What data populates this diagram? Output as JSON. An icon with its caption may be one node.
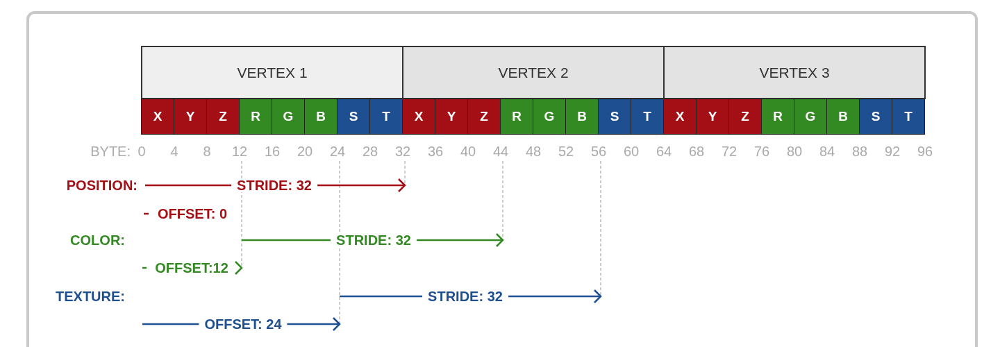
{
  "diagram": {
    "nodes": [
      {
        "text": [
          "VERTEX 1"
        ]
      },
      {
        "text": [
          "VERTEX 2"
        ]
      },
      {
        "text": [
          "VERTEX 3"
        ]
      },
      {
        "text": [
          "X"
        ]
      },
      {
        "text": [
          "Y"
        ]
      },
      {
        "text": [
          "Z"
        ]
      },
      {
        "text": [
          "R"
        ]
      },
      {
        "text": [
          "G"
        ]
      },
      {
        "text": [
          "B"
        ]
      },
      {
        "text": [
          "S"
        ]
      },
      {
        "text": [
          "T"
        ]
      },
      {
        "text": [
          "X"
        ]
      },
      {
        "text": [
          "Y"
        ]
      },
      {
        "text": [
          "Z"
        ]
      },
      {
        "text": [
          "R"
        ]
      },
      {
        "text": [
          "G"
        ]
      },
      {
        "text": [
          "B"
        ]
      },
      {
        "text": [
          "S"
        ]
      },
      {
        "text": [
          "T"
        ]
      },
      {
        "text": [
          "X"
        ]
      },
      {
        "text": [
          "Y"
        ]
      },
      {
        "text": [
          "Z"
        ]
      },
      {
        "text": [
          "R"
        ]
      },
      {
        "text": [
          "G"
        ]
      },
      {
        "text": [
          "B"
        ]
      },
      {
        "text": [
          "S"
        ]
      },
      {
        "text": [
          "T"
        ]
      }
    ],
    "edges": [],
    "labels": [
      "BYTE:",
      "0",
      "4",
      "8",
      "12",
      "16",
      "20",
      "24",
      "28",
      "32",
      "36",
      "40",
      "44",
      "48",
      "52",
      "56",
      "60",
      "64",
      "68",
      "72",
      "76",
      "80",
      "84",
      "88",
      "92",
      "96",
      "POSITION:",
      "STRIDE: 32",
      "OFFSET: 0",
      "COLOR:",
      "STRIDE: 32",
      "OFFSET:12",
      "TEXTURE:",
      "STRIDE: 32",
      "OFFSET: 24"
    ]
  }
}
